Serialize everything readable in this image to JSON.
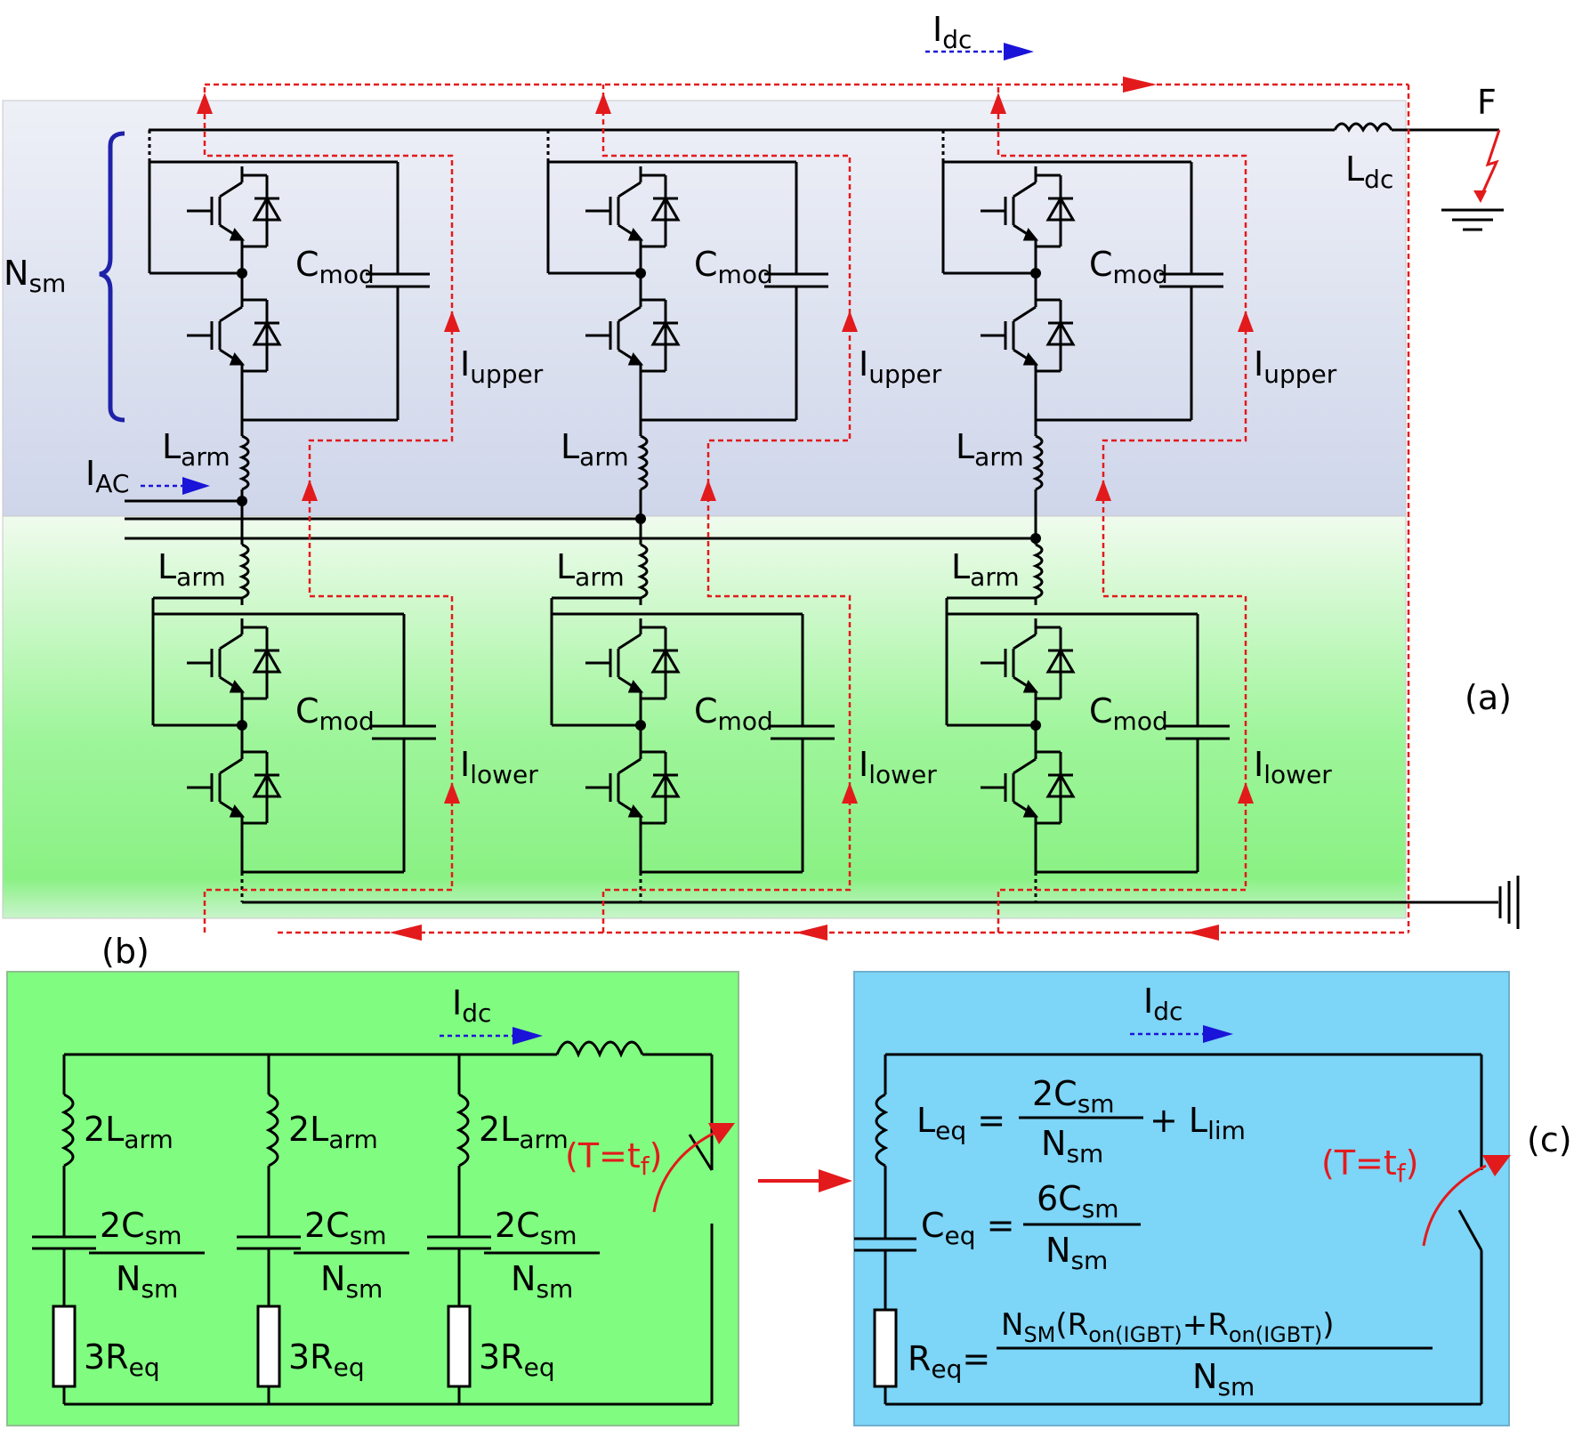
{
  "panels": {
    "a": "(a)",
    "b": "(b)",
    "c": "(c)"
  },
  "colors": {
    "current_path": "#e31a1c",
    "current_arrow": "#1a14d8",
    "brace": "#1f22a8",
    "panel_b_fill": "#80fd80",
    "panel_c_fill": "#7dd5f7"
  },
  "labels": {
    "idc": {
      "main": "I",
      "sub": "dc"
    },
    "iac": {
      "main": "I",
      "sub": "AC"
    },
    "nsm": {
      "main": "N",
      "sub": "sm"
    },
    "cmod": {
      "main": "C",
      "sub": "mod"
    },
    "iupper": {
      "main": "I",
      "sub": "upper"
    },
    "ilower": {
      "main": "I",
      "sub": "lower"
    },
    "larm": {
      "main": "L",
      "sub": "arm"
    },
    "ldc": {
      "main": "L",
      "sub": "dc"
    },
    "fault": "F"
  },
  "panel_b": {
    "inductor": {
      "main": "2L",
      "sub": "arm"
    },
    "cap_num": {
      "main": "2C",
      "sub": "sm"
    },
    "cap_den": {
      "main": "N",
      "sub": "sm"
    },
    "resistor": {
      "main": "3R",
      "sub": "eq"
    },
    "switch_time": {
      "pre": "(T=t",
      "sub": "f",
      "post": ")"
    }
  },
  "panel_c": {
    "leq": {
      "lhs": "L",
      "lhs_sub": "eq",
      "num": "2C",
      "num_sub": "sm",
      "den": "N",
      "den_sub": "sm",
      "tail": "+ L",
      "tail_sub": "lim"
    },
    "ceq": {
      "lhs": "C",
      "lhs_sub": "eq",
      "num": "6C",
      "num_sub": "sm",
      "den": "N",
      "den_sub": "sm"
    },
    "req": {
      "lhs": "R",
      "lhs_sub": "eq",
      "num_a": "N",
      "num_a_sub": "SM",
      "num_b": "(R",
      "num_b_sub": "on(IGBT)",
      "num_c": "+R",
      "num_c_sub": "on(IGBT)",
      "num_d": ")",
      "den": "N",
      "den_sub": "sm"
    },
    "switch_time": {
      "pre": "(T=t",
      "sub": "f",
      "post": ")"
    }
  }
}
